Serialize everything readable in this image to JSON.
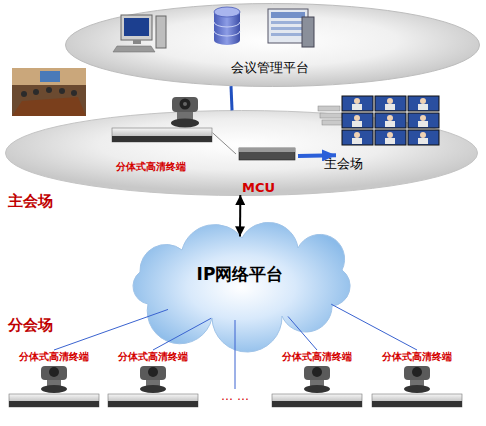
{
  "diagram": {
    "nodes": [
      {
        "text": [
          "会议管理平台"
        ]
      },
      {
        "text": [
          "主会场"
        ]
      },
      {
        "text": [
          "分体式高清终端"
        ],
        "in": 1
      },
      {
        "text": [
          "MCU"
        ],
        "in": 1
      },
      {
        "text": [
          "主会场"
        ],
        "in": 1
      },
      {
        "text": [
          "IP网络平台"
        ]
      },
      {
        "text": [
          "分体式高清终端"
        ]
      },
      {
        "text": [
          "分体式高清终端"
        ]
      },
      {
        "text": [
          "分体式高清终端"
        ]
      },
      {
        "text": [
          "分体式高清终端"
        ]
      }
    ],
    "edges": [
      {
        "from": 0,
        "to": 1,
        "arrow": "none"
      },
      {
        "from": 2,
        "to": 3,
        "arrow": "none"
      },
      {
        "from": 3,
        "to": 4,
        "arrow": "to"
      },
      {
        "from": 3,
        "to": 5,
        "arrow": "both"
      },
      {
        "from": 5,
        "to": 6,
        "arrow": "none"
      },
      {
        "from": 5,
        "to": 7,
        "arrow": "none"
      },
      {
        "from": 5,
        "to": 8,
        "arrow": "none"
      },
      {
        "from": 5,
        "to": 9,
        "arrow": "none"
      }
    ],
    "labels": [
      "分会场",
      "… …"
    ]
  }
}
